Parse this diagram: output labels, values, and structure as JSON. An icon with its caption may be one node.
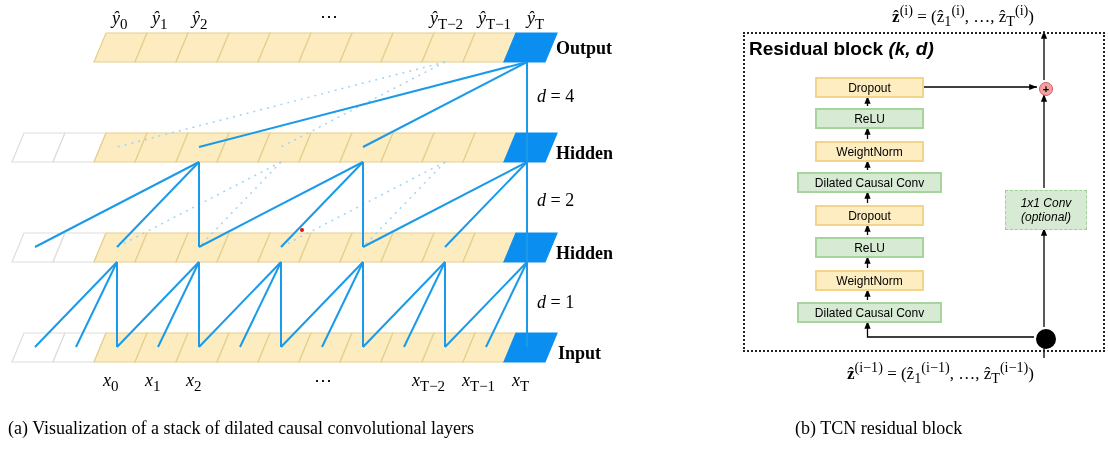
{
  "diagram": {
    "nodes": [
      {
        "text": [
          "Residual block *(k, d)*"
        ]
      },
      {
        "text": [
          "Dropout"
        ],
        "in": 0
      },
      {
        "text": [
          "ReLU"
        ],
        "in": 0
      },
      {
        "text": [
          "WeightNorm"
        ],
        "in": 0
      },
      {
        "text": [
          "Dilated Causal Conv"
        ],
        "in": 0
      },
      {
        "text": [
          "Dropout"
        ],
        "in": 0
      },
      {
        "text": [
          "ReLU"
        ],
        "in": 0
      },
      {
        "text": [
          "WeightNorm"
        ],
        "in": 0
      },
      {
        "text": [
          "Dilated Causal Conv"
        ],
        "in": 0
      },
      {
        "text": [
          "1x1 Conv (optional)"
        ],
        "in": 0
      },
      {
        "text": [
          "+"
        ],
        "in": 0
      },
      {
        "text": [],
        "shape": "circle",
        "in": 0
      },
      {
        "text": [
          "**ẑ**$^{(i−1)}$ = (ẑ$_{1}$$^{(i−1)}$, …, ẑ$_{T}$$^{(i−1)}$)"
        ]
      },
      {
        "text": [
          "**ẑ**$^{(i)}$ = (ẑ$_{1}$$^{(i)}$, …, ẑ$_{T}$$^{(i)}$)"
        ]
      }
    ],
    "edges": [
      {
        "from": 12,
        "to": 11,
        "arrow": "none"
      },
      {
        "from": 11,
        "to": 8,
        "arrow": "to"
      },
      {
        "from": 8,
        "to": 7,
        "arrow": "to"
      },
      {
        "from": 7,
        "to": 6,
        "arrow": "to"
      },
      {
        "from": 6,
        "to": 5,
        "arrow": "to"
      },
      {
        "from": 5,
        "to": 4,
        "arrow": "to"
      },
      {
        "from": 4,
        "to": 3,
        "arrow": "to"
      },
      {
        "from": 3,
        "to": 2,
        "arrow": "to"
      },
      {
        "from": 2,
        "to": 1,
        "arrow": "to"
      },
      {
        "from": 1,
        "to": 10,
        "arrow": "to"
      },
      {
        "from": 11,
        "to": 9,
        "arrow": "to"
      },
      {
        "from": 9,
        "to": 10,
        "arrow": "to"
      },
      {
        "from": 10,
        "to": 13,
        "arrow": "to"
      }
    ],
    "labels": [
      "*ŷ*$_{0}$",
      "*ŷ*$_{1}$",
      "*ŷ*$_{2}$",
      "⋯",
      "*ŷ*$_{T−2}$",
      "*ŷ*$_{T−1}$",
      "*ŷ*$_{T}$",
      "Output",
      "*d* = 4",
      "Hidden",
      "*d* = 2",
      "Hidden",
      "*d* = 1",
      "Input",
      "*x*$_{0}$",
      "*x*$_{1}$",
      "*x*$_{2}$",
      "⋯",
      "*x*$_{T−2}$",
      "*x*$_{T−1}$",
      "*x*$_{T}$",
      "(a) Visualization of a stack of dilated causal convolutional layers",
      "(b) TCN residual block"
    ]
  }
}
